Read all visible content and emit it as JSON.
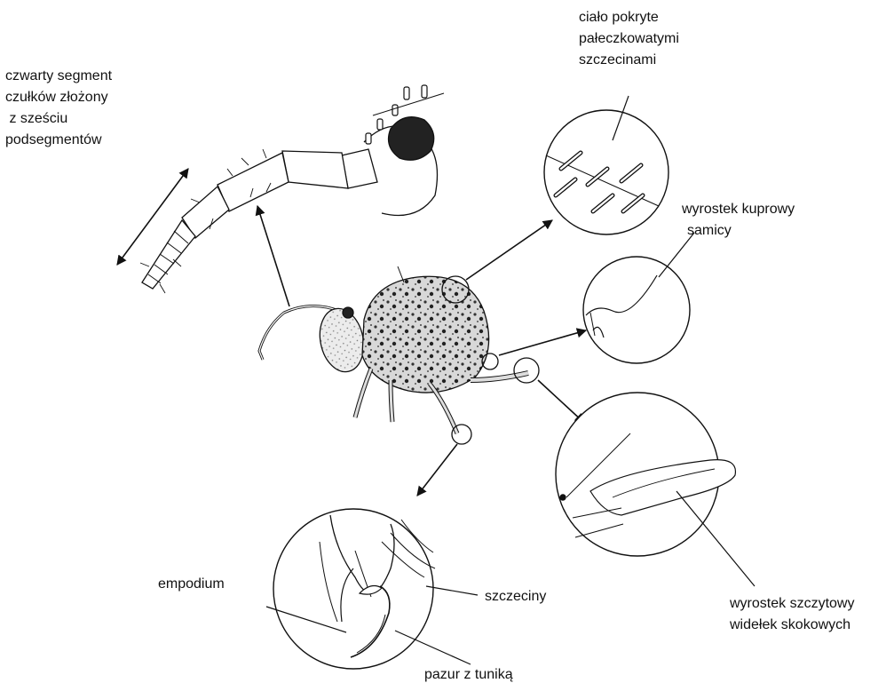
{
  "labels": {
    "antenna": [
      "czwarty segment",
      "czułków złożony",
      " z sześciu",
      "podsegmentów"
    ],
    "body_setae": [
      "ciało pokryte",
      "pałeczkowatymi",
      "szczecinami"
    ],
    "female_process": [
      "wyrostek kuprowy",
      "samicy"
    ],
    "empodium": "empodium",
    "setae": "szczeciny",
    "claw": "pazur z tuniką",
    "furca_tip": [
      "wyrostek szczytowy",
      "widełek skokowych"
    ]
  }
}
